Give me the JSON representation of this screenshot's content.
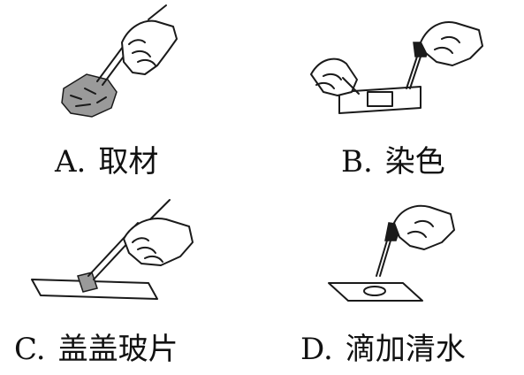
{
  "panels": [
    {
      "letter": "A.",
      "label": "取材",
      "icon": "tweezers-picking-tissue"
    },
    {
      "letter": "B.",
      "label": "染色",
      "icon": "dropper-staining-slide"
    },
    {
      "letter": "C.",
      "label": "盖盖玻片",
      "icon": "tweezers-placing-coverslip"
    },
    {
      "letter": "D.",
      "label": "滴加清水",
      "icon": "dropper-water-on-slide"
    }
  ]
}
